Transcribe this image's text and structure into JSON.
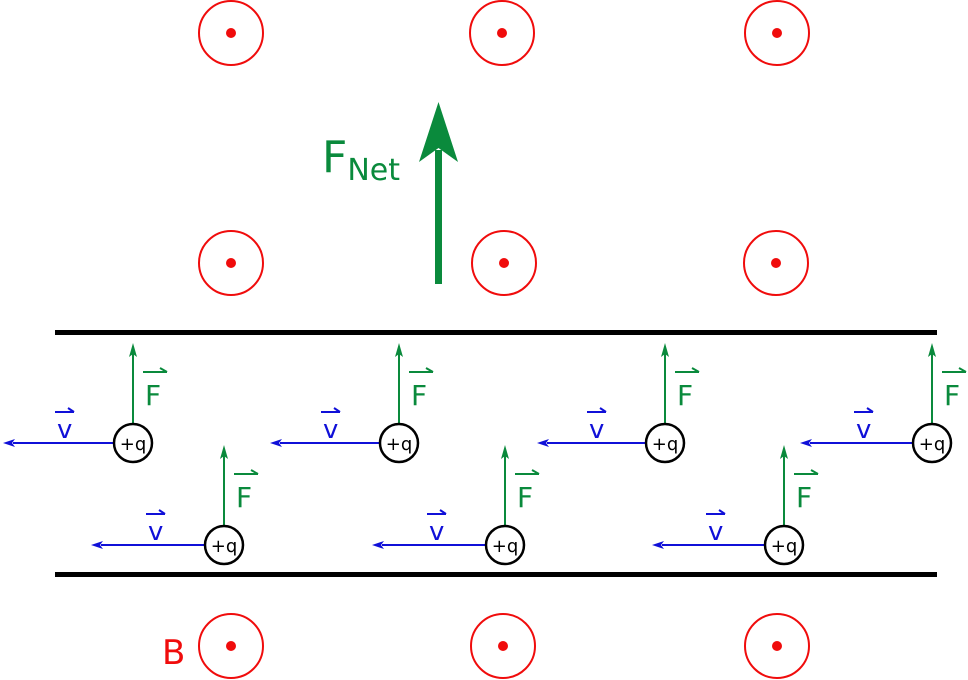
{
  "colors": {
    "field": "#f00c0c",
    "force": "#0a8a3c",
    "velocity": "#1010d8",
    "wire": "#000000",
    "charge": "#000000"
  },
  "labels": {
    "net_force_main": "F",
    "net_force_sub": "Net",
    "field": "B",
    "charge": "+q",
    "force_vector": "F",
    "velocity_vector": "v"
  },
  "field_symbols": {
    "direction": "out-of-page",
    "rows": 3,
    "columns": 3
  },
  "charges": {
    "top_row_count": 4,
    "bottom_row_count": 3,
    "velocity_direction": "left",
    "force_direction": "up"
  },
  "net_force": {
    "direction": "up"
  }
}
